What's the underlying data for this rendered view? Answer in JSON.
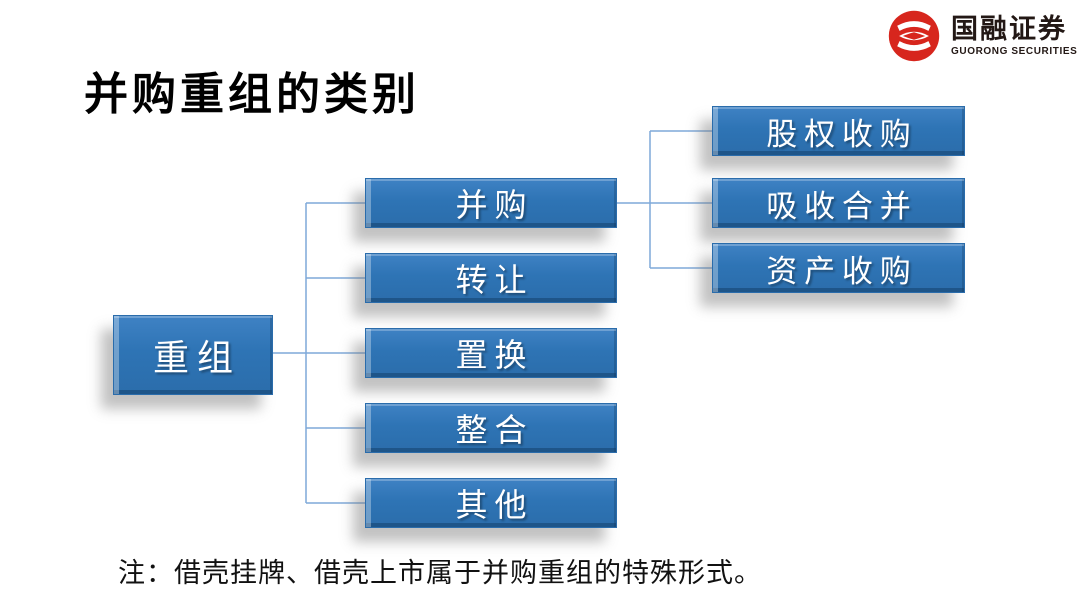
{
  "slide": {
    "title": "并购重组的类别",
    "note": "注：借壳挂牌、借壳上市属于并购重组的特殊形式。"
  },
  "logo": {
    "name_cn": "国融证券",
    "name_en": "GUORONG SECURITIES"
  },
  "diagram": {
    "root": {
      "label": "重组"
    },
    "level2": [
      {
        "label": "并购"
      },
      {
        "label": "转让"
      },
      {
        "label": "置换"
      },
      {
        "label": "整合"
      },
      {
        "label": "其他"
      }
    ],
    "level3": [
      {
        "label": "股权收购"
      },
      {
        "label": "吸收合并"
      },
      {
        "label": "资产收购"
      }
    ]
  },
  "colors": {
    "box_fill": "#2e74b5",
    "box_fill_light": "#3f82c4",
    "box_fill_dark": "#2b6dab",
    "box_edge_dark": "#1f4e79",
    "box_bevel": "#8fb8e0",
    "connector": "#7fa9d9",
    "logo_red": "#d7261d",
    "text_dark": "#1a1a1a"
  }
}
